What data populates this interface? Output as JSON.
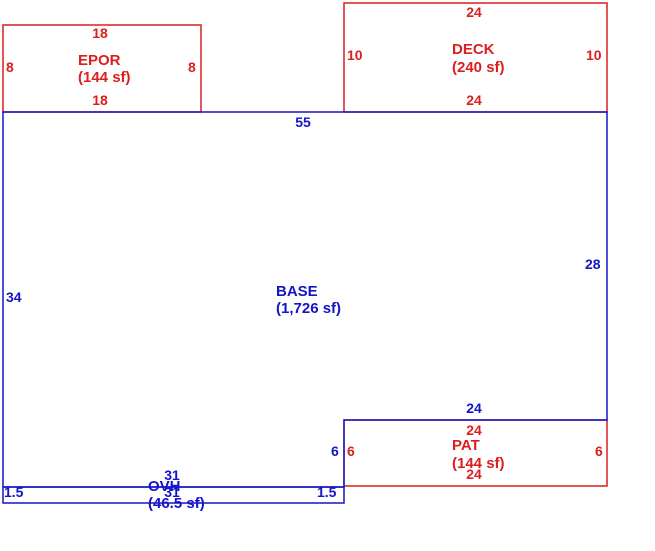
{
  "colors": {
    "main": "#1414c8",
    "addition": "#dc1e1e"
  },
  "areas": {
    "epor": {
      "name": "EPOR",
      "area": "(144 sf)",
      "color": "addition",
      "dims": {
        "top": "18",
        "bottom": "18",
        "left": "8",
        "right": "8"
      }
    },
    "deck": {
      "name": "DECK",
      "area": "(240 sf)",
      "color": "addition",
      "dims": {
        "top": "24",
        "bottom": "24",
        "left": "10",
        "right": "10"
      }
    },
    "base": {
      "name": "BASE",
      "area": "(1,726 sf)",
      "color": "main",
      "dims": {
        "top": "55",
        "left": "34",
        "right": "28",
        "step_horizontal": "24",
        "step_vertical": "6"
      }
    },
    "pat": {
      "name": "PAT",
      "area": "(144 sf)",
      "color": "addition",
      "dims": {
        "top": "24",
        "bottom": "24",
        "left": "6",
        "right": "6"
      }
    },
    "ovh": {
      "name": "OVH",
      "area": "(46.5 sf)",
      "color": "main",
      "dims": {
        "top": "31",
        "bottom": "31",
        "left": "1.5",
        "right": "1.5"
      }
    }
  }
}
